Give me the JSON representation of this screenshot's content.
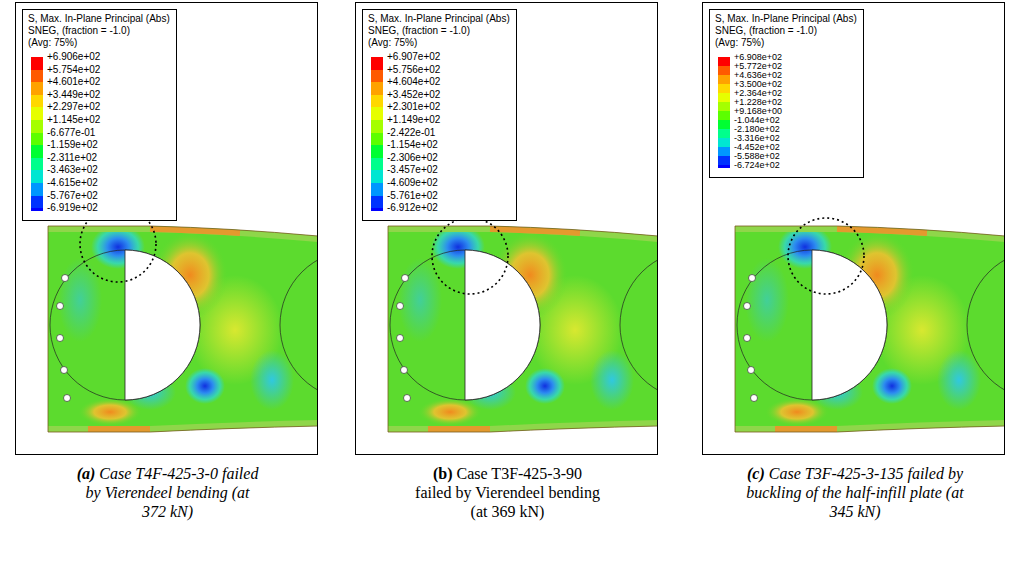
{
  "diagram": {
    "nodes": [
      {
        "text": [
          "(a)",
          "Case T4F-425-3-0 failed by Vierendeel bending (at 372 kN)"
        ]
      },
      {
        "text": [
          "S, Max. In-Plane Principal (Abs)",
          "SNEG, (fraction = -1.0)",
          "(Avg: 75%)"
        ],
        "in": 0
      },
      {
        "text": [
          "(b)",
          "Case T3F-425-3-90 failed by Vierendeel bending (at 369 kN)"
        ]
      },
      {
        "text": [
          "S, Max. In-Plane Principal (Abs)",
          "SNEG, (fraction = -1.0)",
          "(Avg: 75%)"
        ],
        "in": 2
      },
      {
        "text": [
          "(c)",
          "Case T3F-425-3-135 failed by buckling of the half-infill plate (at 345 kN)"
        ]
      },
      {
        "text": [
          "S, Max. In-Plane Principal (Abs)",
          "SNEG, (fraction = -1.0)",
          "(Avg: 75%)"
        ],
        "in": 4
      }
    ],
    "legend": [
      {
        "text": "+6.906e+02",
        "color": "#FF0000"
      },
      {
        "text": "+5.754e+02",
        "color": "#FF5A00"
      },
      {
        "text": "+4.601e+02",
        "color": "#FFA200"
      },
      {
        "text": "+3.449e+02",
        "color": "#FFD800"
      },
      {
        "text": "+2.297e+02",
        "color": "#E6FF00"
      },
      {
        "text": "+1.145e+02",
        "color": "#A5FF00"
      },
      {
        "text": "-6.677e-01",
        "color": "#5CFF00"
      },
      {
        "text": "-1.159e+02",
        "color": "#00FF32"
      },
      {
        "text": "-2.311e+02",
        "color": "#00FF8C"
      },
      {
        "text": "-3.463e+02",
        "color": "#00E6D2"
      },
      {
        "text": "-4.615e+02",
        "color": "#0096FF"
      },
      {
        "text": "-5.767e+02",
        "color": "#0032FF"
      },
      {
        "text": "-6.919e+02",
        "color": "#0000FF"
      },
      {
        "text": "+6.907e+02",
        "color": "#FF0000"
      },
      {
        "text": "+5.756e+02",
        "color": "#FF5A00"
      },
      {
        "text": "+4.604e+02",
        "color": "#FFA200"
      },
      {
        "text": "+3.452e+02",
        "color": "#FFD800"
      },
      {
        "text": "+2.301e+02",
        "color": "#E6FF00"
      },
      {
        "text": "+1.149e+02",
        "color": "#A5FF00"
      },
      {
        "text": "-2.422e-01",
        "color": "#5CFF00"
      },
      {
        "text": "-1.154e+02",
        "color": "#00FF32"
      },
      {
        "text": "-2.306e+02",
        "color": "#00FF8C"
      },
      {
        "text": "-3.457e+02",
        "color": "#00E6D2"
      },
      {
        "text": "-4.609e+02",
        "color": "#0096FF"
      },
      {
        "text": "-5.761e+02",
        "color": "#0032FF"
      },
      {
        "text": "-6.912e+02",
        "color": "#0000FF"
      },
      {
        "text": "+6.908e+02",
        "color": "#FF0000"
      },
      {
        "text": "+5.772e+02",
        "color": "#FF5A00"
      },
      {
        "text": "+4.636e+02",
        "color": "#FFA200"
      },
      {
        "text": "+3.500e+02",
        "color": "#FFD800"
      },
      {
        "text": "+2.364e+02",
        "color": "#E6FF00"
      },
      {
        "text": "+1.228e+02",
        "color": "#A5FF00"
      },
      {
        "text": "+9.168e+00",
        "color": "#5CFF00"
      },
      {
        "text": "-1.044e+02",
        "color": "#00FF32"
      },
      {
        "text": "-2.180e+02",
        "color": "#00FF8C"
      },
      {
        "text": "-3.316e+02",
        "color": "#00E6D2"
      },
      {
        "text": "-4.452e+02",
        "color": "#0096FF"
      },
      {
        "text": "-5.588e+02",
        "color": "#0032FF"
      },
      {
        "text": "-6.724e+02",
        "color": "#0000FF"
      }
    ]
  }
}
